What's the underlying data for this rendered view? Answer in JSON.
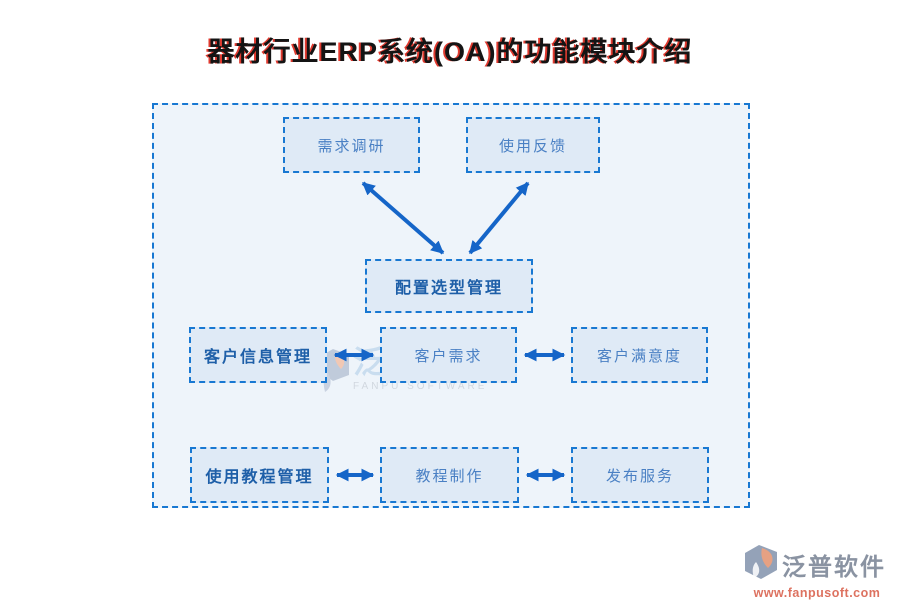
{
  "title": "器材行业ERP系统(OA)的功能模块介绍",
  "diagram": {
    "nodes": [
      {
        "id": "demand-research",
        "label": "需求调研",
        "bold": false
      },
      {
        "id": "usage-feedback",
        "label": "使用反馈",
        "bold": false
      },
      {
        "id": "config-selection-mgmt",
        "label": "配置选型管理",
        "bold": true
      },
      {
        "id": "customer-info-mgmt",
        "label": "客户信息管理",
        "bold": true
      },
      {
        "id": "customer-demand",
        "label": "客户需求",
        "bold": false
      },
      {
        "id": "customer-satisfaction",
        "label": "客户满意度",
        "bold": false
      },
      {
        "id": "tutorial-mgmt",
        "label": "使用教程管理",
        "bold": true
      },
      {
        "id": "tutorial-production",
        "label": "教程制作",
        "bold": false
      },
      {
        "id": "publish-service",
        "label": "发布服务",
        "bold": false
      }
    ],
    "edges": [
      {
        "from": "需求调研",
        "to": "配置选型管理",
        "type": "bidirectional"
      },
      {
        "from": "使用反馈",
        "to": "配置选型管理",
        "type": "bidirectional"
      },
      {
        "from": "客户信息管理",
        "to": "客户需求",
        "type": "bidirectional"
      },
      {
        "from": "客户需求",
        "to": "客户满意度",
        "type": "bidirectional"
      },
      {
        "from": "使用教程管理",
        "to": "教程制作",
        "type": "bidirectional"
      },
      {
        "from": "教程制作",
        "to": "发布服务",
        "type": "bidirectional"
      }
    ]
  },
  "watermark": {
    "name": "泛普软件",
    "subtitle": "FANPU SOFTWARE"
  },
  "footer": {
    "brand": "泛普软件",
    "website": "www.fanpusoft.com"
  },
  "colors": {
    "arrow": "#1565c8",
    "box_border": "#1878d2",
    "box_fill": "#dfeaf6",
    "panel_fill": "#eef4fa",
    "title_text": "#141414",
    "title_shadow_red": "#e03a2f",
    "node_text": "#4a80c4",
    "node_text_bold": "#1e5fa8",
    "footer_brand_grey": "#8a93a2",
    "footer_url_orange": "#dd7260"
  }
}
